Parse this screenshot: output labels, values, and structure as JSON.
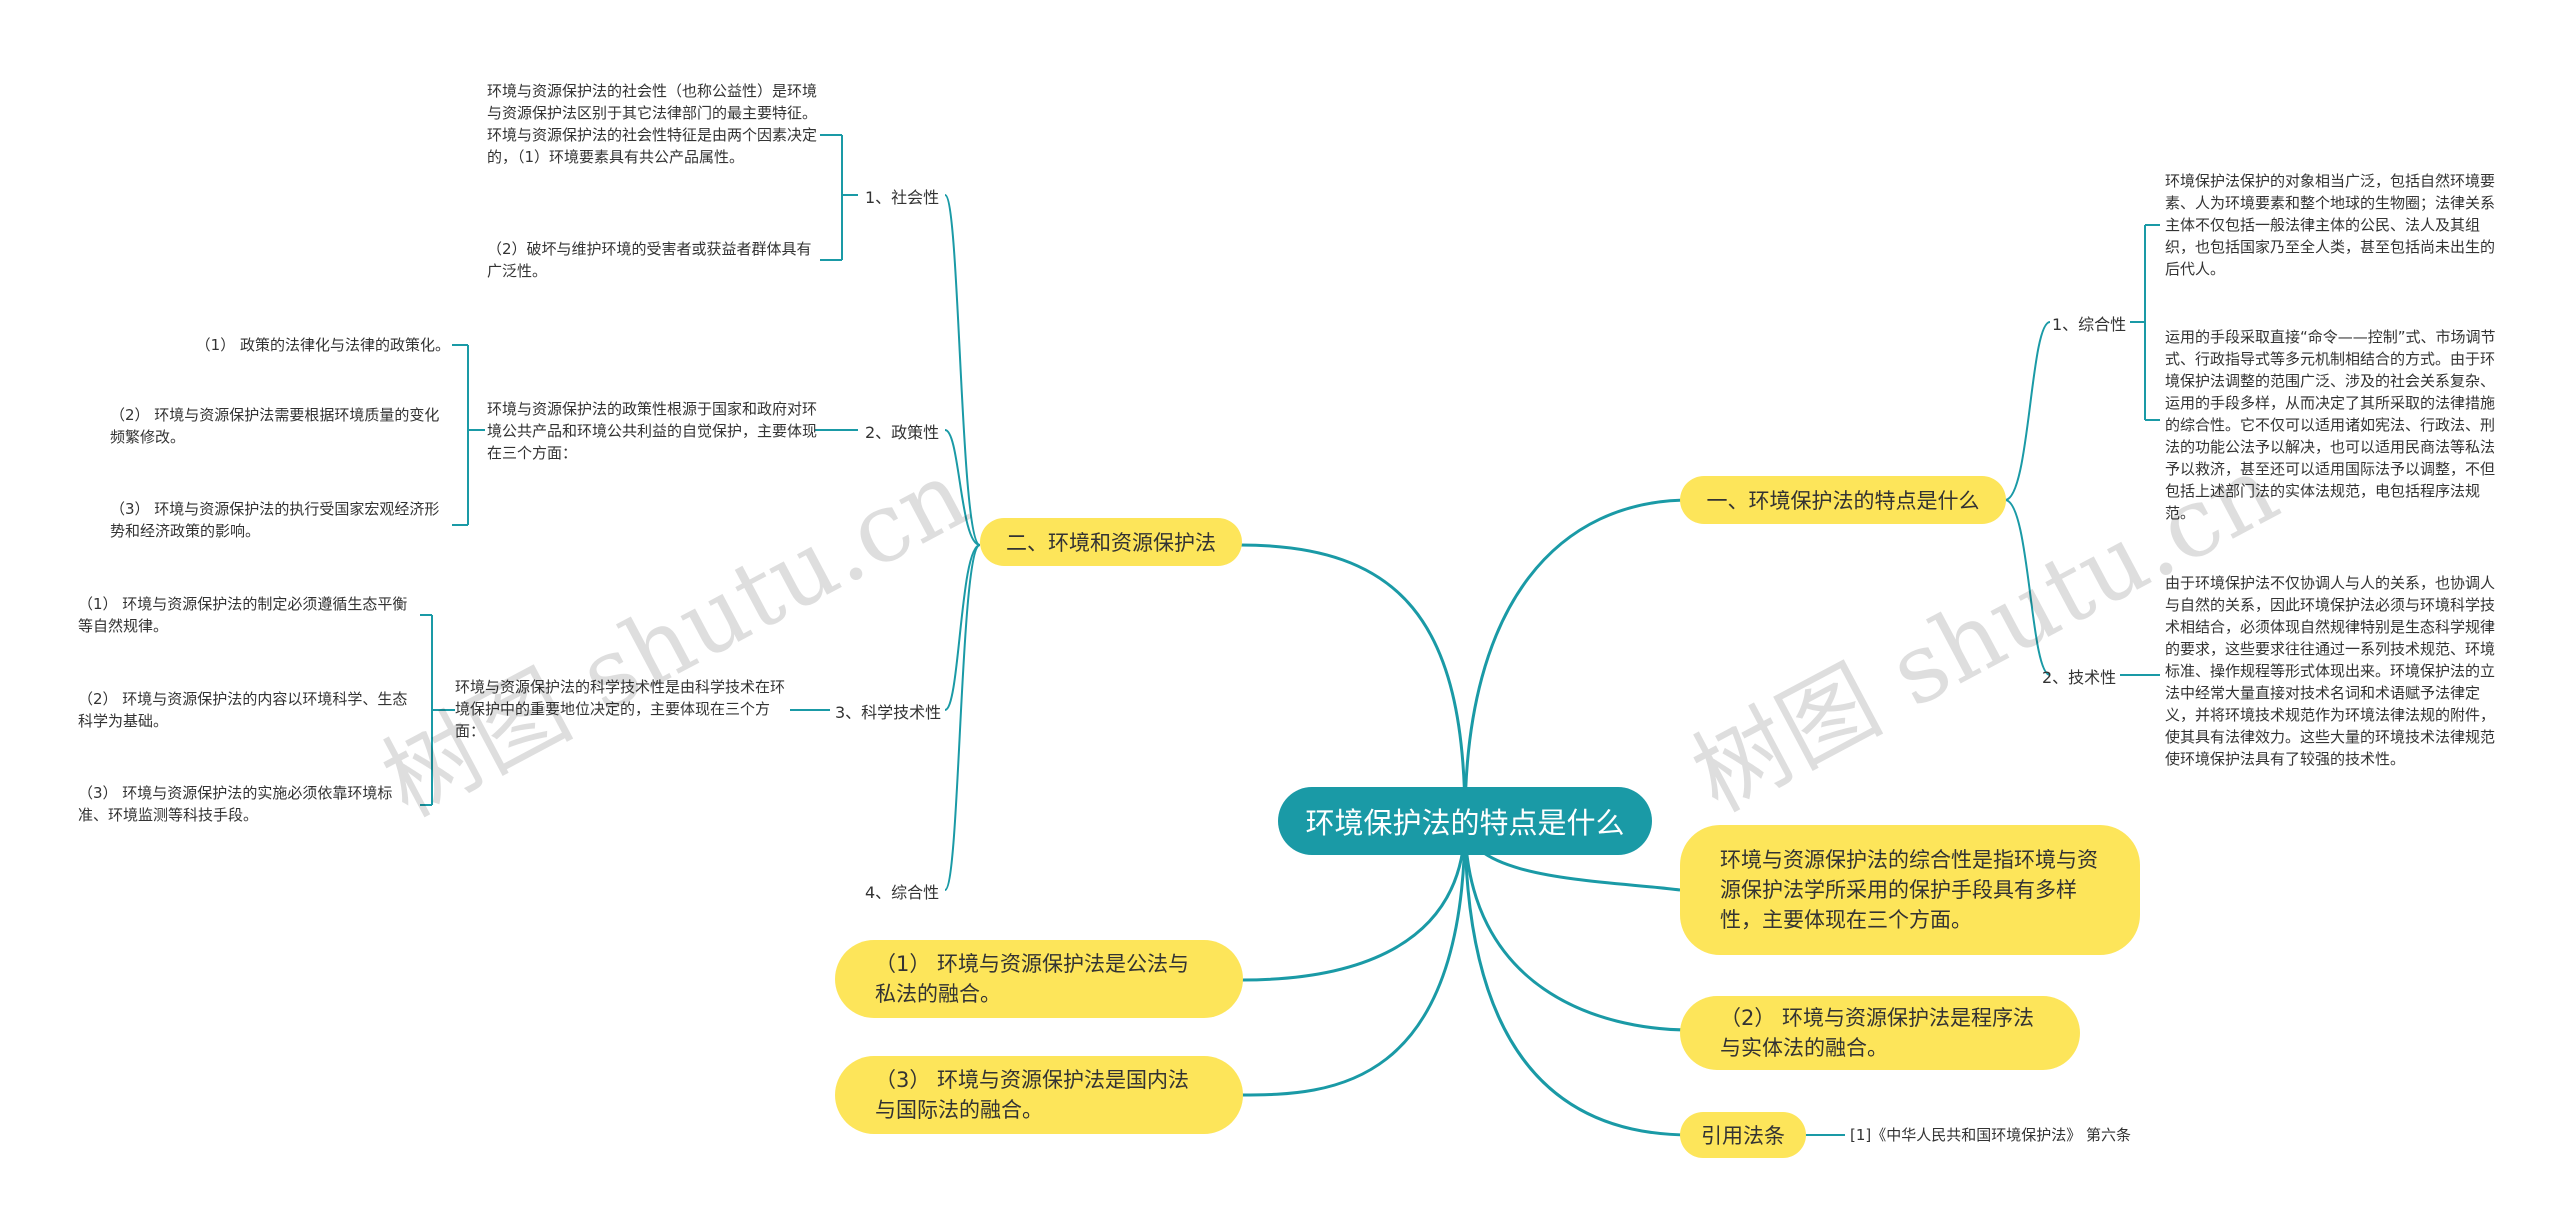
{
  "central": "环境保护法的特点是什么",
  "right_main": {
    "title": "一、环境保护法的特点是什么",
    "sub1": {
      "label": "1、综合性",
      "texts": [
        "环境保护法保护的对象相当广泛，包括自然环境要素、人为环境要素和整个地球的生物圈；法律关系主体不仅包括一般法律主体的公民、法人及其组织，也包括国家乃至全人类，甚至包括尚未出生的后代人。",
        "运用的手段采取直接“命令——控制”式、市场调节式、行政指导式等多元机制相结合的方式。由于环境保护法调整的范围广泛、涉及的社会关系复杂、运用的手段多样，从而决定了其所采取的法律措施的综合性。它不仅可以适用诸如宪法、行政法、刑法的功能公法予以解决，也可以适用民商法等私法予以救济，甚至还可以适用国际法予以调整，不但包括上述部门法的实体法规范，电包括程序法规范。"
      ]
    },
    "sub2": {
      "label": "2、技术性",
      "text": "由于环境保护法不仅协调人与人的关系，也协调人与自然的关系，因此环境保护法必须与环境科学技术相结合，必须体现自然规律特别是生态科学规律的要求，这些要求往往通过一系列技术规范、环境标准、操作规程等形式体现出来。环境保护法的立法中经常大量直接对技术名词和术语赋予法律定义，并将环境技术规范作为环境法律法规的附件，使其具有法律效力。这些大量的环境技术法律规范使环境保护法具有了较强的技术性。"
    }
  },
  "right_pills": [
    "环境与资源保护法的综合性是指环境与资源保护法学所采用的保护手段具有多样性，主要体现在三个方面。",
    "（2） 环境与资源保护法是程序法与实体法的融合。"
  ],
  "citation": {
    "label": "引用法条",
    "text": "[1]《中华人民共和国环境保护法》 第六条"
  },
  "left_main": {
    "title": "二、环境和资源保护法",
    "social": {
      "label": "1、社会性",
      "texts": [
        "环境与资源保护法的社会性（也称公益性）是环境与资源保护法区别于其它法律部门的最主要特征。环境与资源保护法的社会性特征是由两个因素决定的，（1）环境要素具有共公产品属性。",
        "（2）破坏与维护环境的受害者或获益者群体具有广泛性。"
      ]
    },
    "policy": {
      "label": "2、政策性",
      "text": "环境与资源保护法的政策性根源于国家和政府对环境公共产品和环境公共利益的自觉保护，主要体现在三个方面：",
      "items": [
        "（1） 政策的法律化与法律的政策化。",
        "（2） 环境与资源保护法需要根据环境质量的变化频繁修改。",
        "（3） 环境与资源保护法的执行受国家宏观经济形势和经济政策的影响。"
      ]
    },
    "science": {
      "label": "3、科学技术性",
      "text": "环境与资源保护法的科学技术性是由科学技术在环境保护中的重要地位决定的，主要体现在三个方面：",
      "items": [
        "（1） 环境与资源保护法的制定必须遵循生态平衡等自然规律。",
        "（2） 环境与资源保护法的内容以环境科学、生态科学为基础。",
        "（3） 环境与资源保护法的实施必须依靠环境标准、环境监测等科技手段。"
      ]
    },
    "comprehensive": {
      "label": "4、综合性"
    }
  },
  "left_pills": [
    "（1） 环境与资源保护法是公法与私法的融合。",
    "（3） 环境与资源保护法是国内法与国际法的融合。"
  ],
  "watermark": "树图 shutu.cn",
  "colors": {
    "central": "#1a9aa6",
    "pill": "#fde55a",
    "line": "#1a9aa6"
  }
}
